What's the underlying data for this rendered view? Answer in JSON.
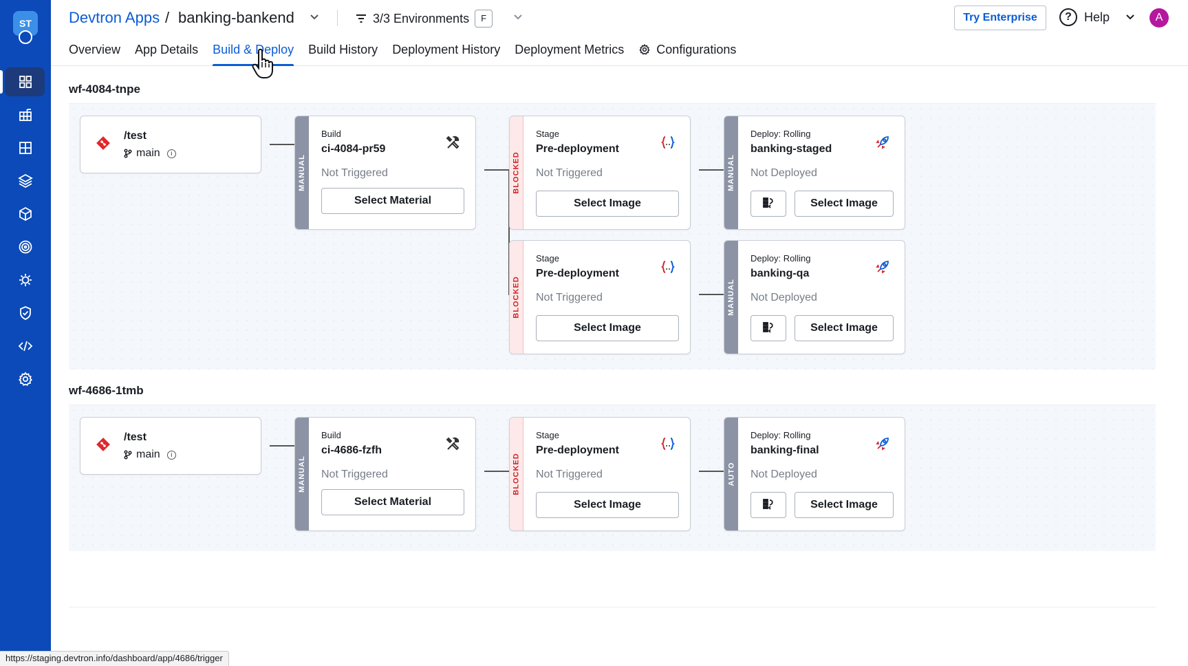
{
  "sidebar": {
    "logo_text": "ST",
    "items": [
      {
        "icon": "apps-grid-icon",
        "active": true
      },
      {
        "icon": "chart-grid-icon",
        "active": false
      },
      {
        "icon": "squares-icon",
        "active": false
      },
      {
        "icon": "stack-icon",
        "active": false
      },
      {
        "icon": "cube-icon",
        "active": false
      },
      {
        "icon": "target-icon",
        "active": false
      },
      {
        "icon": "bug-icon",
        "active": false
      },
      {
        "icon": "shield-check-icon",
        "active": false
      },
      {
        "icon": "code-icon",
        "active": false
      },
      {
        "icon": "settings-icon",
        "active": false
      }
    ]
  },
  "header": {
    "app_group": "Devtron Apps",
    "slash": "/",
    "app_name": "banking-bankend",
    "env_filter": "3/3 Environments",
    "env_badge": "F",
    "try_enterprise": "Try Enterprise",
    "help": "Help",
    "avatar_letter": "A",
    "accent": "#0b5cd5"
  },
  "tabs": [
    {
      "label": "Overview",
      "active": false
    },
    {
      "label": "App Details",
      "active": false
    },
    {
      "label": "Build & Deploy",
      "active": true
    },
    {
      "label": "Build History",
      "active": false
    },
    {
      "label": "Deployment History",
      "active": false
    },
    {
      "label": "Deployment Metrics",
      "active": false
    },
    {
      "label": "Configurations",
      "active": false
    }
  ],
  "workflows": [
    {
      "name": "wf-4084-tnpe",
      "source": {
        "path": "/test",
        "branch": "main"
      },
      "build": {
        "strip": "MANUAL",
        "kind": "Build",
        "name": "ci-4084-pr59",
        "status": "Not Triggered",
        "button": "Select Material"
      },
      "stages": [
        {
          "strip": "BLOCKED",
          "kind": "Stage",
          "name": "Pre-deployment",
          "status": "Not Triggered",
          "button": "Select Image"
        },
        {
          "strip": "BLOCKED",
          "kind": "Stage",
          "name": "Pre-deployment",
          "status": "Not Triggered",
          "button": "Select Image"
        }
      ],
      "deploys": [
        {
          "strip": "MANUAL",
          "kind": "Deploy: Rolling",
          "name": "banking-staged",
          "status": "Not Deployed",
          "button": "Select Image"
        },
        {
          "strip": "MANUAL",
          "kind": "Deploy: Rolling",
          "name": "banking-qa",
          "status": "Not Deployed",
          "button": "Select Image"
        }
      ]
    },
    {
      "name": "wf-4686-1tmb",
      "source": {
        "path": "/test",
        "branch": "main"
      },
      "build": {
        "strip": "MANUAL",
        "kind": "Build",
        "name": "ci-4686-fzfh",
        "status": "Not Triggered",
        "button": "Select Material"
      },
      "stages": [
        {
          "strip": "BLOCKED",
          "kind": "Stage",
          "name": "Pre-deployment",
          "status": "Not Triggered",
          "button": "Select Image"
        }
      ],
      "deploys": [
        {
          "strip": "AUTO",
          "kind": "Deploy: Rolling",
          "name": "banking-final",
          "status": "Not Deployed",
          "button": "Select Image"
        }
      ]
    }
  ],
  "status_bar_url": "https://staging.devtron.info/dashboard/app/4686/trigger"
}
